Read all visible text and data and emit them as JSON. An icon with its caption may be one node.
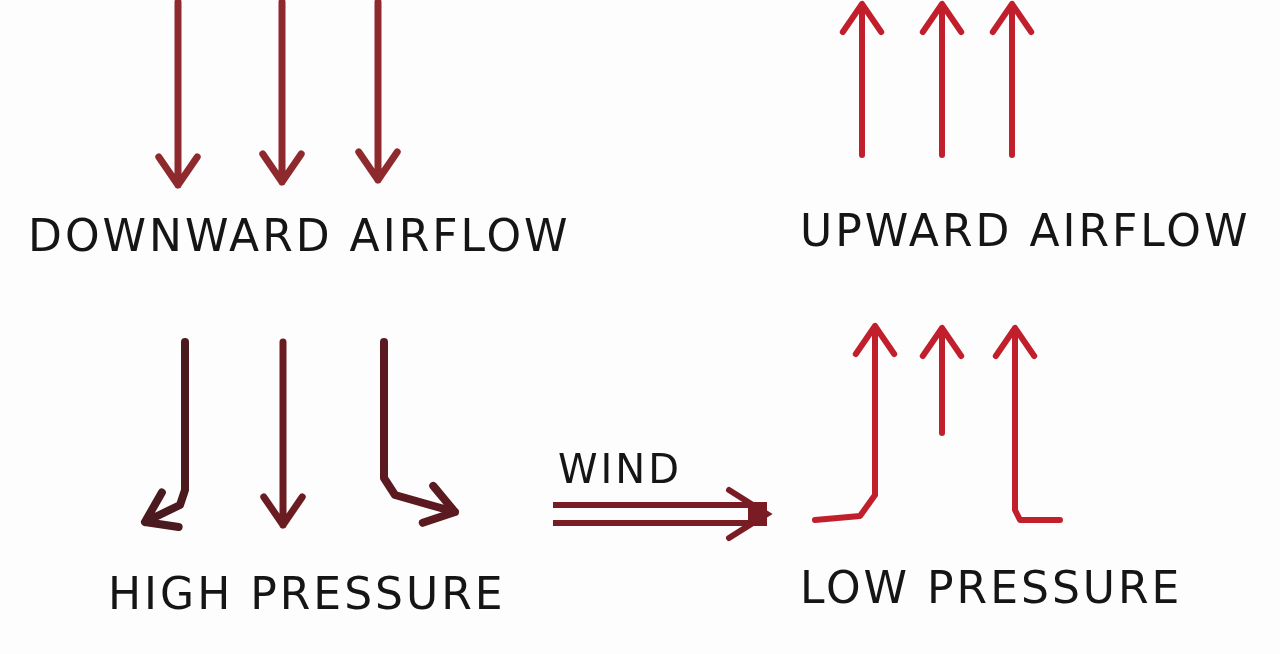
{
  "diagram": {
    "nodes": [
      {
        "text": [
          "HIGH PRESSURE"
        ]
      },
      {
        "text": [
          "LOW PRESSURE"
        ]
      }
    ],
    "edges": [
      {
        "from": 0,
        "to": 1,
        "arrow": "to",
        "label": "WIND"
      }
    ],
    "labels": [
      "DOWNWARD AIRFLOW",
      "UPWARD AIRFLOW"
    ]
  }
}
